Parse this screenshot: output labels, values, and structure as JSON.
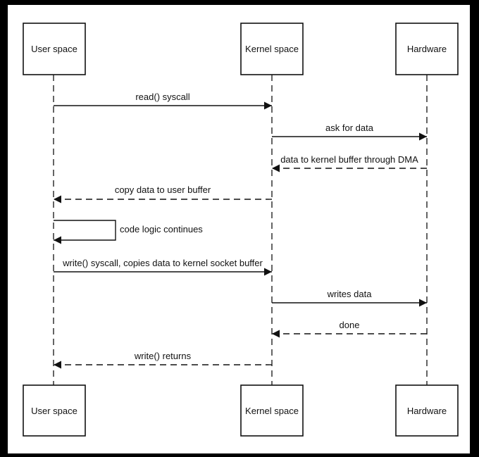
{
  "participants": {
    "user": "User space",
    "kernel": "Kernel space",
    "hardware": "Hardware"
  },
  "messages": [
    "read() syscall",
    "ask for data",
    "data to kernel buffer through DMA",
    "copy data to user buffer",
    "code logic continues",
    "write() syscall, copies data to kernel socket buffer",
    "writes data",
    "done",
    "write() returns"
  ]
}
